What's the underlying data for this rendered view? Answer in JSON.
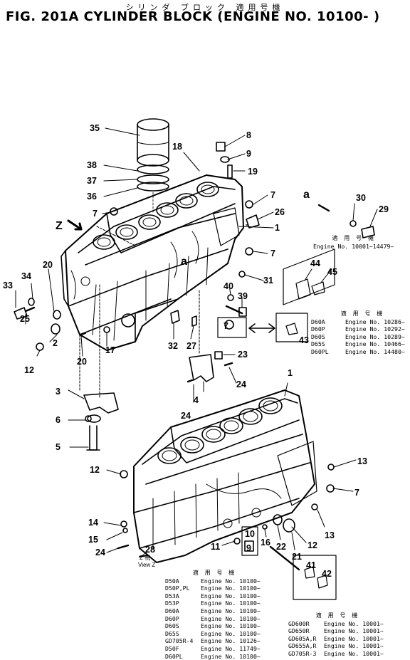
{
  "title_jp": "シリンダ ブロック 適用号機",
  "title": "FIG. 201A  CYLINDER BLOCK  (ENGINE NO. 10100- )",
  "view_label": "Z",
  "view_jp": "Z 視",
  "view_en": "View Z",
  "detail_letter": "a",
  "detail_letter_2": "a",
  "applic_header": "適 用 号 機",
  "table_a": {
    "rows": [
      {
        "text": "Engine No. 10001~14479~"
      }
    ]
  },
  "table_b": {
    "rows": [
      {
        "model": "D60A",
        "eng": "Engine No. 10286~"
      },
      {
        "model": "D60P",
        "eng": "Engine No. 10292~"
      },
      {
        "model": "D60S",
        "eng": "Engine No. 10289~"
      },
      {
        "model": "D65S",
        "eng": "Engine No. 10466~"
      },
      {
        "model": "D60PL",
        "eng": "Engine No. 14480~"
      }
    ]
  },
  "table_c": {
    "rows": [
      {
        "model": "D50A",
        "eng": "Engine No. 10100~"
      },
      {
        "model": "D50P,PL",
        "eng": "Engine No. 10100~"
      },
      {
        "model": "D53A",
        "eng": "Engine No. 10100~"
      },
      {
        "model": "D53P",
        "eng": "Engine No. 10100~"
      },
      {
        "model": "D60A",
        "eng": "Engine No. 10100~"
      },
      {
        "model": "D60P",
        "eng": "Engine No. 10100~"
      },
      {
        "model": "D60S",
        "eng": "Engine No. 10100~"
      },
      {
        "model": "D65S",
        "eng": "Engine No. 10100~"
      },
      {
        "model": "GD705R-4",
        "eng": "Engine No. 10126~"
      },
      {
        "model": "D50F",
        "eng": "Engine No. 11749~"
      },
      {
        "model": "D60PL",
        "eng": "Engine No. 10100~"
      }
    ]
  },
  "table_d": {
    "rows": [
      {
        "model": "GD600R",
        "eng": "Engine No. 10001~"
      },
      {
        "model": "GD650R",
        "eng": "Engine No. 10001~"
      },
      {
        "model": "GD605A,R",
        "eng": "Engine No. 10001~"
      },
      {
        "model": "GD655A,R",
        "eng": "Engine No. 10001~"
      },
      {
        "model": "GD705R-3",
        "eng": "Engine No. 10001~"
      }
    ]
  },
  "parts": {
    "p1": "1",
    "p2": "2",
    "p3": "3",
    "p4": "4",
    "p5": "5",
    "p6": "6",
    "p7": "7",
    "p8": "8",
    "p9": "9",
    "p10": "10",
    "p11": "11",
    "p12": "12",
    "p13": "13",
    "p14": "14",
    "p15": "15",
    "p16": "16",
    "p17": "17",
    "p18": "18",
    "p19": "19",
    "p20": "20",
    "p21": "21",
    "p22": "22",
    "p23": "23",
    "p24": "24",
    "p25": "25",
    "p26": "26",
    "p27": "27",
    "p28": "28",
    "p29": "29",
    "p30": "30",
    "p31": "31",
    "p32": "32",
    "p33": "33",
    "p34": "34",
    "p35": "35",
    "p36": "36",
    "p37": "37",
    "p38": "38",
    "p39": "39",
    "p40": "40",
    "p41": "41",
    "p42": "42",
    "p43": "43",
    "p44": "44",
    "p45": "45"
  }
}
